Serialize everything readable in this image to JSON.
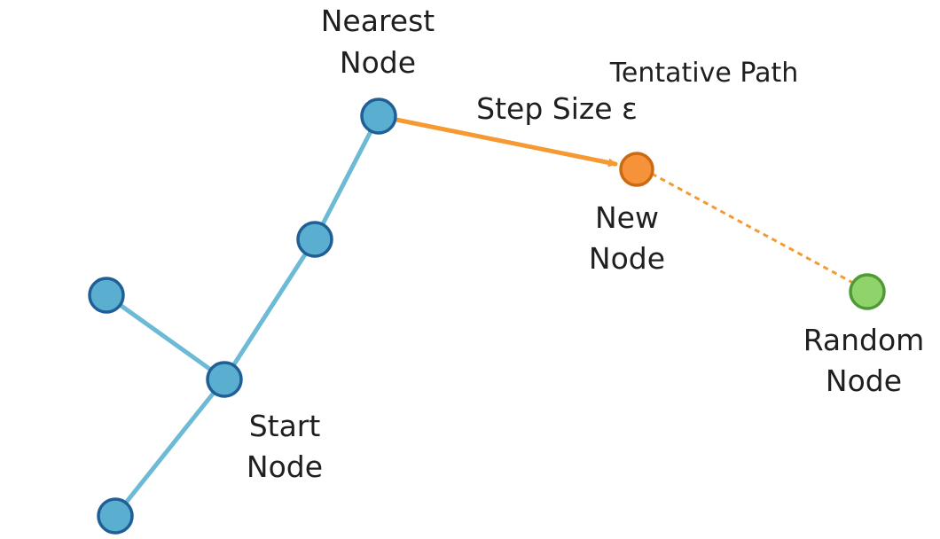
{
  "labels": {
    "nearest_node": [
      "Nearest",
      "Node"
    ],
    "new_node": [
      "New",
      "Node"
    ],
    "random_node": [
      "Random",
      "Node"
    ],
    "start_node": [
      "Start",
      "Node"
    ],
    "step_size": "Step Size ε",
    "tentative_path": "Tentative Path"
  },
  "colors": {
    "tree_node_fill": "#5aaed0",
    "tree_node_stroke": "#1f5f96",
    "tree_edge": "#6dbad6",
    "step_arrow": "#f59a33",
    "new_node_fill": "#f5923a",
    "new_node_stroke": "#cc6a12",
    "random_node_fill": "#8fd46a",
    "random_node_stroke": "#4f9a37",
    "tentative_path": "#f59a33"
  }
}
